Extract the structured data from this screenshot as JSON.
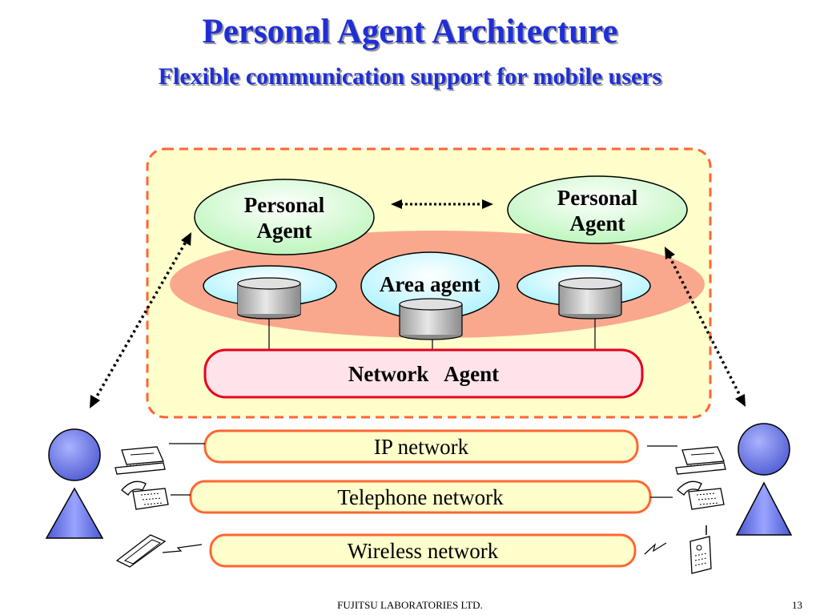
{
  "slide": {
    "title": "Personal Agent Architecture",
    "subtitle": "Flexible communication support for mobile users",
    "footer": "FUJITSU LABORATORIES LTD.",
    "page_number": "13"
  },
  "agents": {
    "personal_left": [
      "Personal",
      "Agent"
    ],
    "personal_right": [
      "Personal",
      "Agent"
    ],
    "area": "Area agent",
    "network": "Network   Agent"
  },
  "networks": {
    "ip": "IP network",
    "telephone": "Telephone network",
    "wireless": "Wireless network"
  },
  "colors": {
    "title": "#1f2fd6",
    "zone_fill": "#ffffcc",
    "zone_border": "#ff6633",
    "area_band": "#f9a88e",
    "agent_ellipse": "#ccffcc",
    "area_ellipse": "#ccffff",
    "network_agent_fill": "#ffe3ea",
    "network_agent_border": "#e8001c",
    "network_bar_fill": "#ffffcc",
    "network_bar_border": "#ff6633",
    "user": "#6b78e6"
  },
  "icons": [
    "database-icon",
    "user-icon",
    "laptop-icon",
    "telephone-icon",
    "pda-icon",
    "mobile-phone-icon",
    "wireless-signal-icon"
  ]
}
